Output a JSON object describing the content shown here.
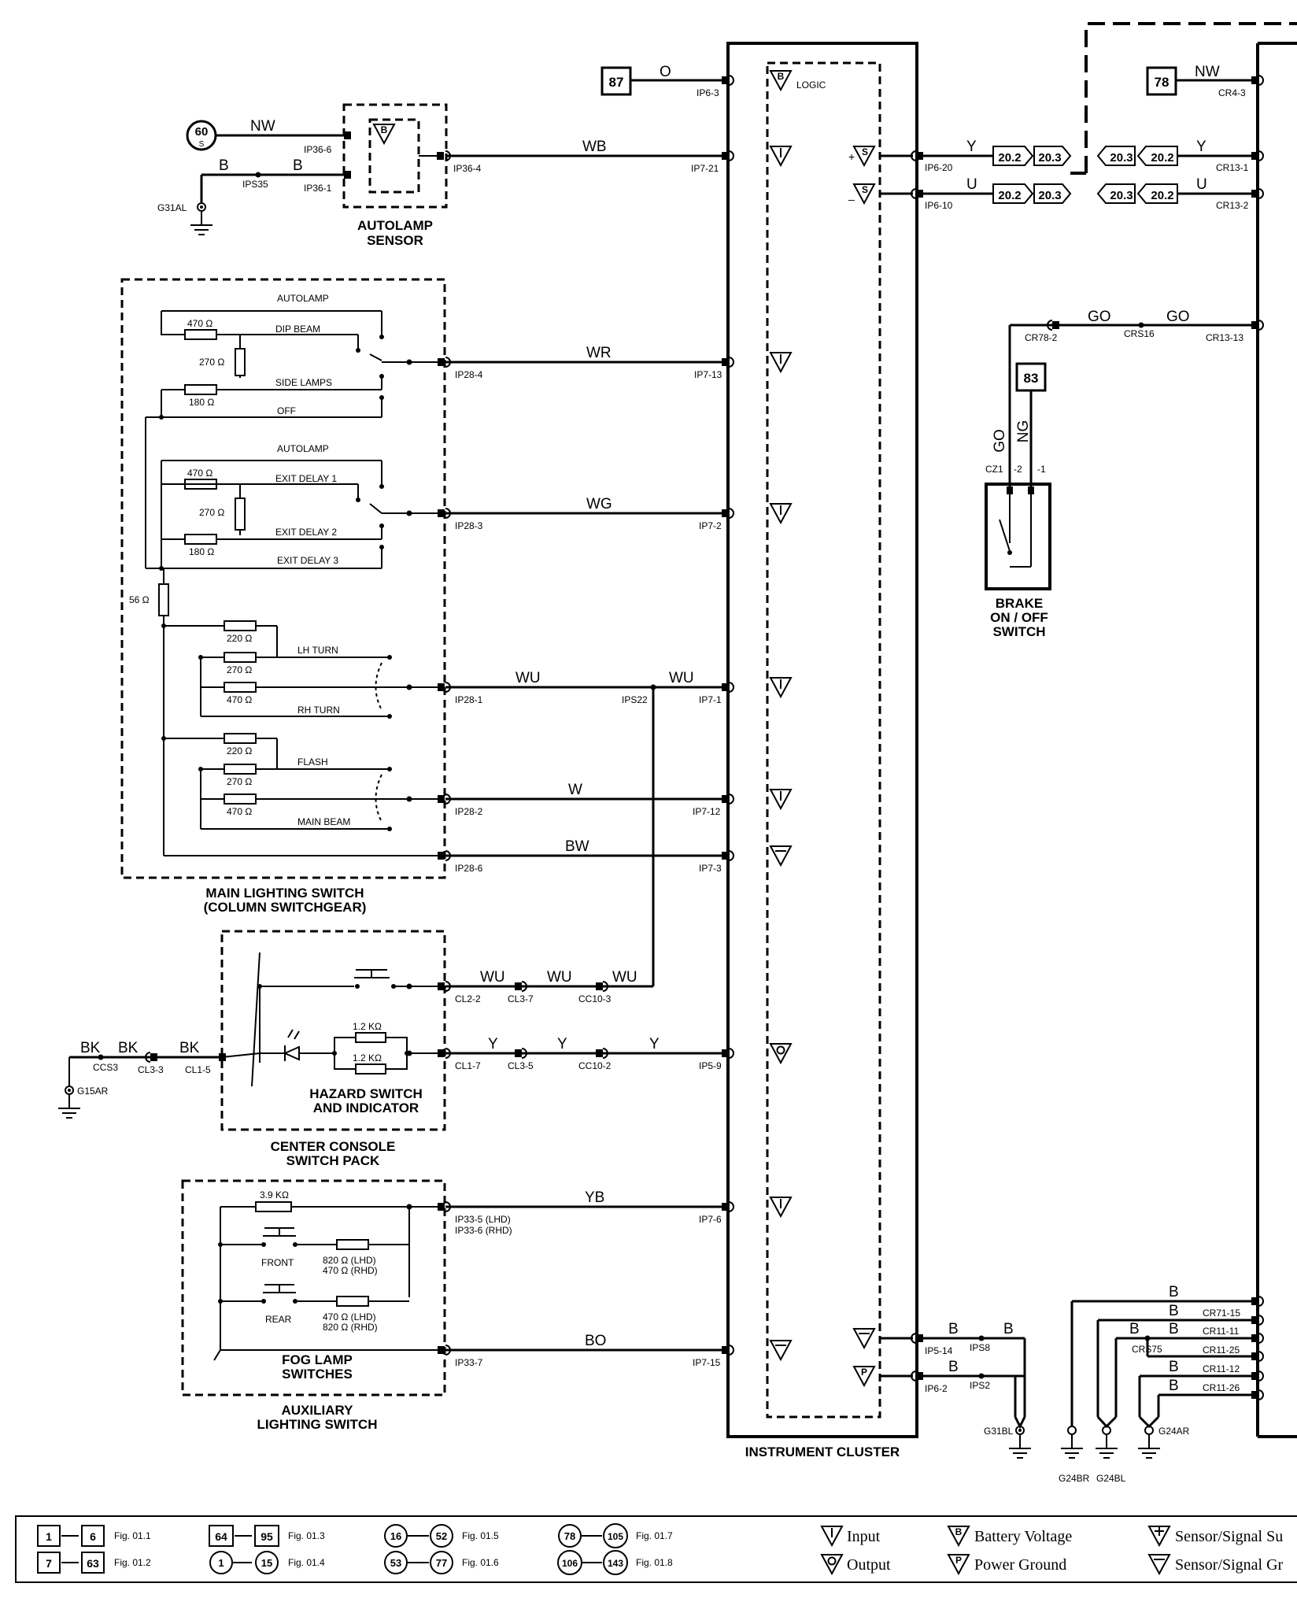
{
  "refs": {
    "r87": "87",
    "r78": "78",
    "r83": "83",
    "r60": "60",
    "r60s": "S",
    "r202a": "20.2",
    "r203a": "20.3",
    "r202b": "20.2",
    "r203b": "20.3",
    "r203c": "20.3",
    "r202c": "20.2",
    "r203d": "20.3",
    "r202d": "20.2"
  },
  "wires": {
    "O": "O",
    "NW1": "NW",
    "NW2": "NW",
    "B1": "B",
    "B2": "B",
    "WB": "WB",
    "Y1": "Y",
    "U1": "U",
    "Y2": "Y",
    "U2": "U",
    "GO1": "GO",
    "GO2": "GO",
    "GO3": "GO",
    "NG": "NG",
    "WR": "WR",
    "WG": "WG",
    "WU1": "WU",
    "WU2": "WU",
    "W": "W",
    "BW": "BW",
    "WU3": "WU",
    "WU4": "WU",
    "WU5": "WU",
    "BK1": "BK",
    "BK2": "BK",
    "BK3": "BK",
    "Y3": "Y",
    "Y4": "Y",
    "Y5": "Y",
    "YB": "YB",
    "BO": "BO",
    "B3": "B",
    "B4": "B",
    "B5": "B",
    "B6": "B",
    "B7": "B",
    "B8": "B",
    "B9": "B",
    "B10": "B",
    "B11": "B"
  },
  "connectors": {
    "IP6_3": "IP6-3",
    "IP36_6": "IP36-6",
    "IP36_1": "IP36-1",
    "IPS35": "IPS35",
    "G31AL": "G31AL",
    "IP36_4": "IP36-4",
    "IP7_21": "IP7-21",
    "IP6_20": "IP6-20",
    "IP6_10": "IP6-10",
    "CR4_3": "CR4-3",
    "CR13_1": "CR13-1",
    "CR13_2": "CR13-2",
    "CR78_2": "CR78-2",
    "CRS16": "CRS16",
    "CR13_13": "CR13-13",
    "CZ1": "CZ1",
    "CZ1_2": "-2",
    "CZ1_1": "-1",
    "IP28_4": "IP28-4",
    "IP7_13": "IP7-13",
    "IP28_3": "IP28-3",
    "IP7_2": "IP7-2",
    "IP28_1": "IP28-1",
    "IPS22": "IPS22",
    "IP7_1": "IP7-1",
    "IP28_2": "IP28-2",
    "IP7_12": "IP7-12",
    "IP28_6": "IP28-6",
    "IP7_3": "IP7-3",
    "CL2_2": "CL2-2",
    "CL3_7": "CL3-7",
    "CC10_3": "CC10-3",
    "CCS3": "CCS3",
    "CL3_3": "CL3-3",
    "CL1_5": "CL1-5",
    "G15AR": "G15AR",
    "CL1_7": "CL1-7",
    "CL3_5": "CL3-5",
    "CC10_2": "CC10-2",
    "IP5_9": "IP5-9",
    "IP33_5": "IP33-5 (LHD)",
    "IP33_6": "IP33-6 (RHD)",
    "IP7_6": "IP7-6",
    "IP33_7": "IP33-7",
    "IP7_15": "IP7-15",
    "IP5_14": "IP5-14",
    "IPS8": "IPS8",
    "IP6_2": "IP6-2",
    "IPS2": "IPS2",
    "G31BL": "G31BL",
    "CR71_15": "CR71-15",
    "CR11_11": "CR11-11",
    "CRS75": "CRS75",
    "CR11_25": "CR11-25",
    "CR11_12": "CR11-12",
    "CR11_26": "CR11-26",
    "G24AR": "G24AR",
    "G24BR": "G24BR",
    "G24BL": "G24BL",
    "LOGIC": "LOGIC"
  },
  "switch_positions": {
    "autolamp1": "AUTOLAMP",
    "dip_beam": "DIP BEAM",
    "side_lamps": "SIDE LAMPS",
    "off": "OFF",
    "autolamp2": "AUTOLAMP",
    "exit_delay1": "EXIT DELAY 1",
    "exit_delay2": "EXIT DELAY 2",
    "exit_delay3": "EXIT DELAY 3",
    "lh_turn": "LH TURN",
    "rh_turn": "RH TURN",
    "flash": "FLASH",
    "main_beam": "MAIN BEAM",
    "front": "FRONT",
    "rear": "REAR"
  },
  "resistors": {
    "r470a": "470 Ω",
    "r270a": "270 Ω",
    "r180a": "180 Ω",
    "r470b": "470 Ω",
    "r270b": "270 Ω",
    "r180b": "180 Ω",
    "r56": "56 Ω",
    "r220a": "220 Ω",
    "r270c": "270 Ω",
    "r470c": "470 Ω",
    "r220b": "220 Ω",
    "r270d": "270 Ω",
    "r470d": "470 Ω",
    "r12ka": "1.2 KΩ",
    "r12kb": "1.2 KΩ",
    "r39k": "3.9 KΩ",
    "r820a": "820 Ω (LHD)",
    "r470e": "470 Ω (RHD)",
    "r470f": "470 Ω (LHD)",
    "r820b": "820 Ω (RHD)"
  },
  "components": {
    "autolamp_sensor_1": "AUTOLAMP",
    "autolamp_sensor_2": "SENSOR",
    "main_lighting_1": "MAIN LIGHTING SWITCH",
    "main_lighting_2": "(COLUMN SWITCHGEAR)",
    "hazard_1": "HAZARD SWITCH",
    "hazard_2": "AND INDICATOR",
    "console_1": "CENTER CONSOLE",
    "console_2": "SWITCH PACK",
    "fog_1": "FOG LAMP",
    "fog_2": "SWITCHES",
    "aux_1": "AUXILIARY",
    "aux_2": "LIGHTING SWITCH",
    "brake_1": "BRAKE",
    "brake_2": "ON / OFF",
    "brake_3": "SWITCH",
    "cluster": "INSTRUMENT CLUSTER"
  },
  "legend": {
    "f11a": "1",
    "f11b": "6",
    "f11": "Fig. 01.1",
    "f12a": "7",
    "f12b": "63",
    "f12": "Fig. 01.2",
    "f13a": "64",
    "f13b": "95",
    "f13": "Fig. 01.3",
    "f14a": "1",
    "f14b": "15",
    "f14": "Fig. 01.4",
    "f15a": "16",
    "f15b": "52",
    "f15": "Fig. 01.5",
    "f16a": "53",
    "f16b": "77",
    "f16": "Fig. 01.6",
    "f17a": "78",
    "f17b": "105",
    "f17": "Fig. 01.7",
    "f18a": "106",
    "f18b": "143",
    "f18": "Fig. 01.8",
    "input": "Input",
    "output": "Output",
    "battery": "Battery Voltage",
    "pground": "Power Ground",
    "ss_supply": "Sensor/Signal Su",
    "ss_ground": "Sensor/Signal Gr"
  }
}
